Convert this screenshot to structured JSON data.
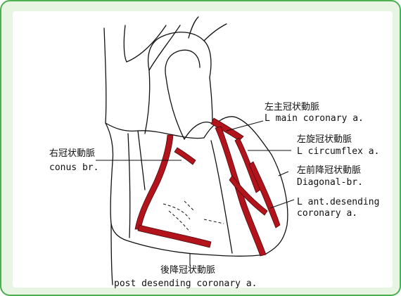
{
  "labels": {
    "lmain_jp": "左主冠状動脈",
    "lmain_en": "L main coronary a.",
    "circ_jp": "左旋冠状動脈",
    "circ_en": "L circumflex a.",
    "lad_jp": "左前降冠状動脈",
    "diag_en": "Diagonal-br.",
    "lad_en1": "L ant.desending",
    "lad_en2": "coronary a.",
    "rca_jp": "右冠状動脈",
    "rca_en": "conus br.",
    "pd_jp": "後降冠状動脈",
    "pd_en": "post desending coronary a."
  },
  "colors": {
    "frame_border": "#4caf50",
    "frame_fill": "#e8f5e3",
    "artery": "#b3141c",
    "line": "#111111"
  }
}
